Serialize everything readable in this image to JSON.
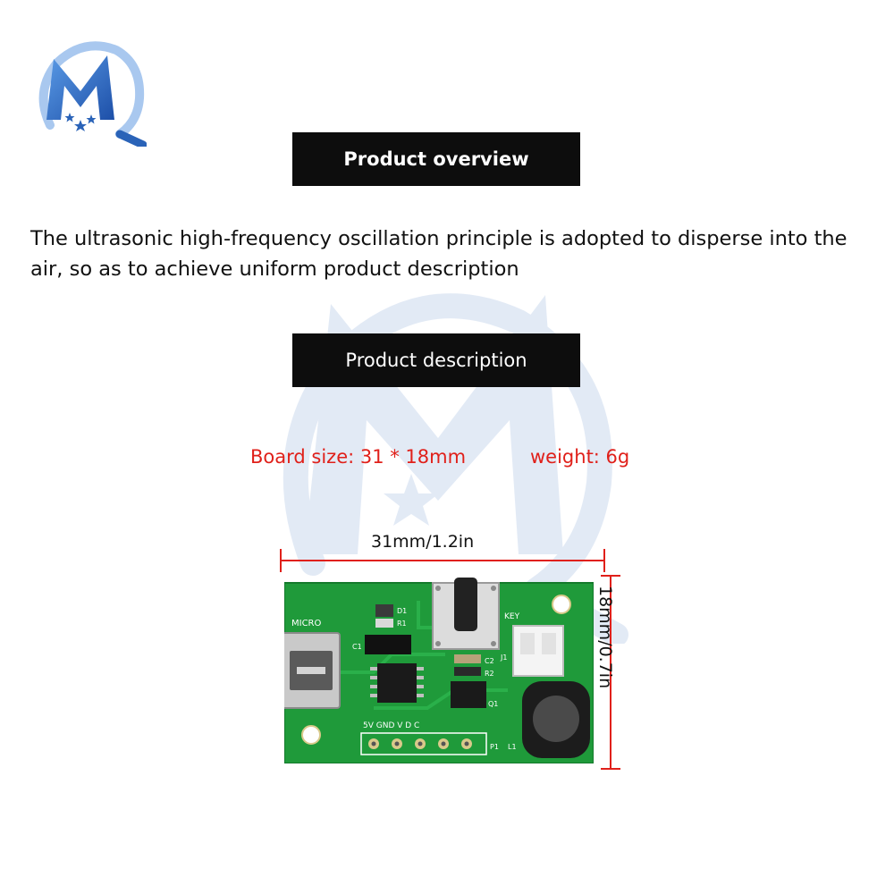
{
  "header": {
    "overview_title": "Product overview",
    "overview_text": "The ultrasonic high-frequency oscillation principle is adopted to disperse into the air, so as to achieve uniform product description",
    "description_title": "Product description"
  },
  "specs": {
    "board_size": "Board size: 31 * 18mm",
    "weight": "weight: 6g"
  },
  "dimensions": {
    "width_label": "31mm/1.2in",
    "height_label": "18mm/0.7in"
  },
  "board_labels": {
    "micro": "MICRO",
    "key": "KEY",
    "d1": "D1",
    "r1": "R1",
    "c1": "C1",
    "c2": "C2",
    "r2": "R2",
    "j1": "J1",
    "q1": "Q1",
    "l1": "L1",
    "p1": "P1",
    "pins": "5V GND V D C"
  },
  "colors": {
    "accent_red": "#e0201a",
    "banner_bg": "#0d0d0d",
    "pcb_green": "#1f9a3a",
    "logo_blue": "#2a63b8"
  },
  "icons": {
    "logo": "mq-star-logo-icon",
    "watermark": "mq-watermark-icon"
  }
}
